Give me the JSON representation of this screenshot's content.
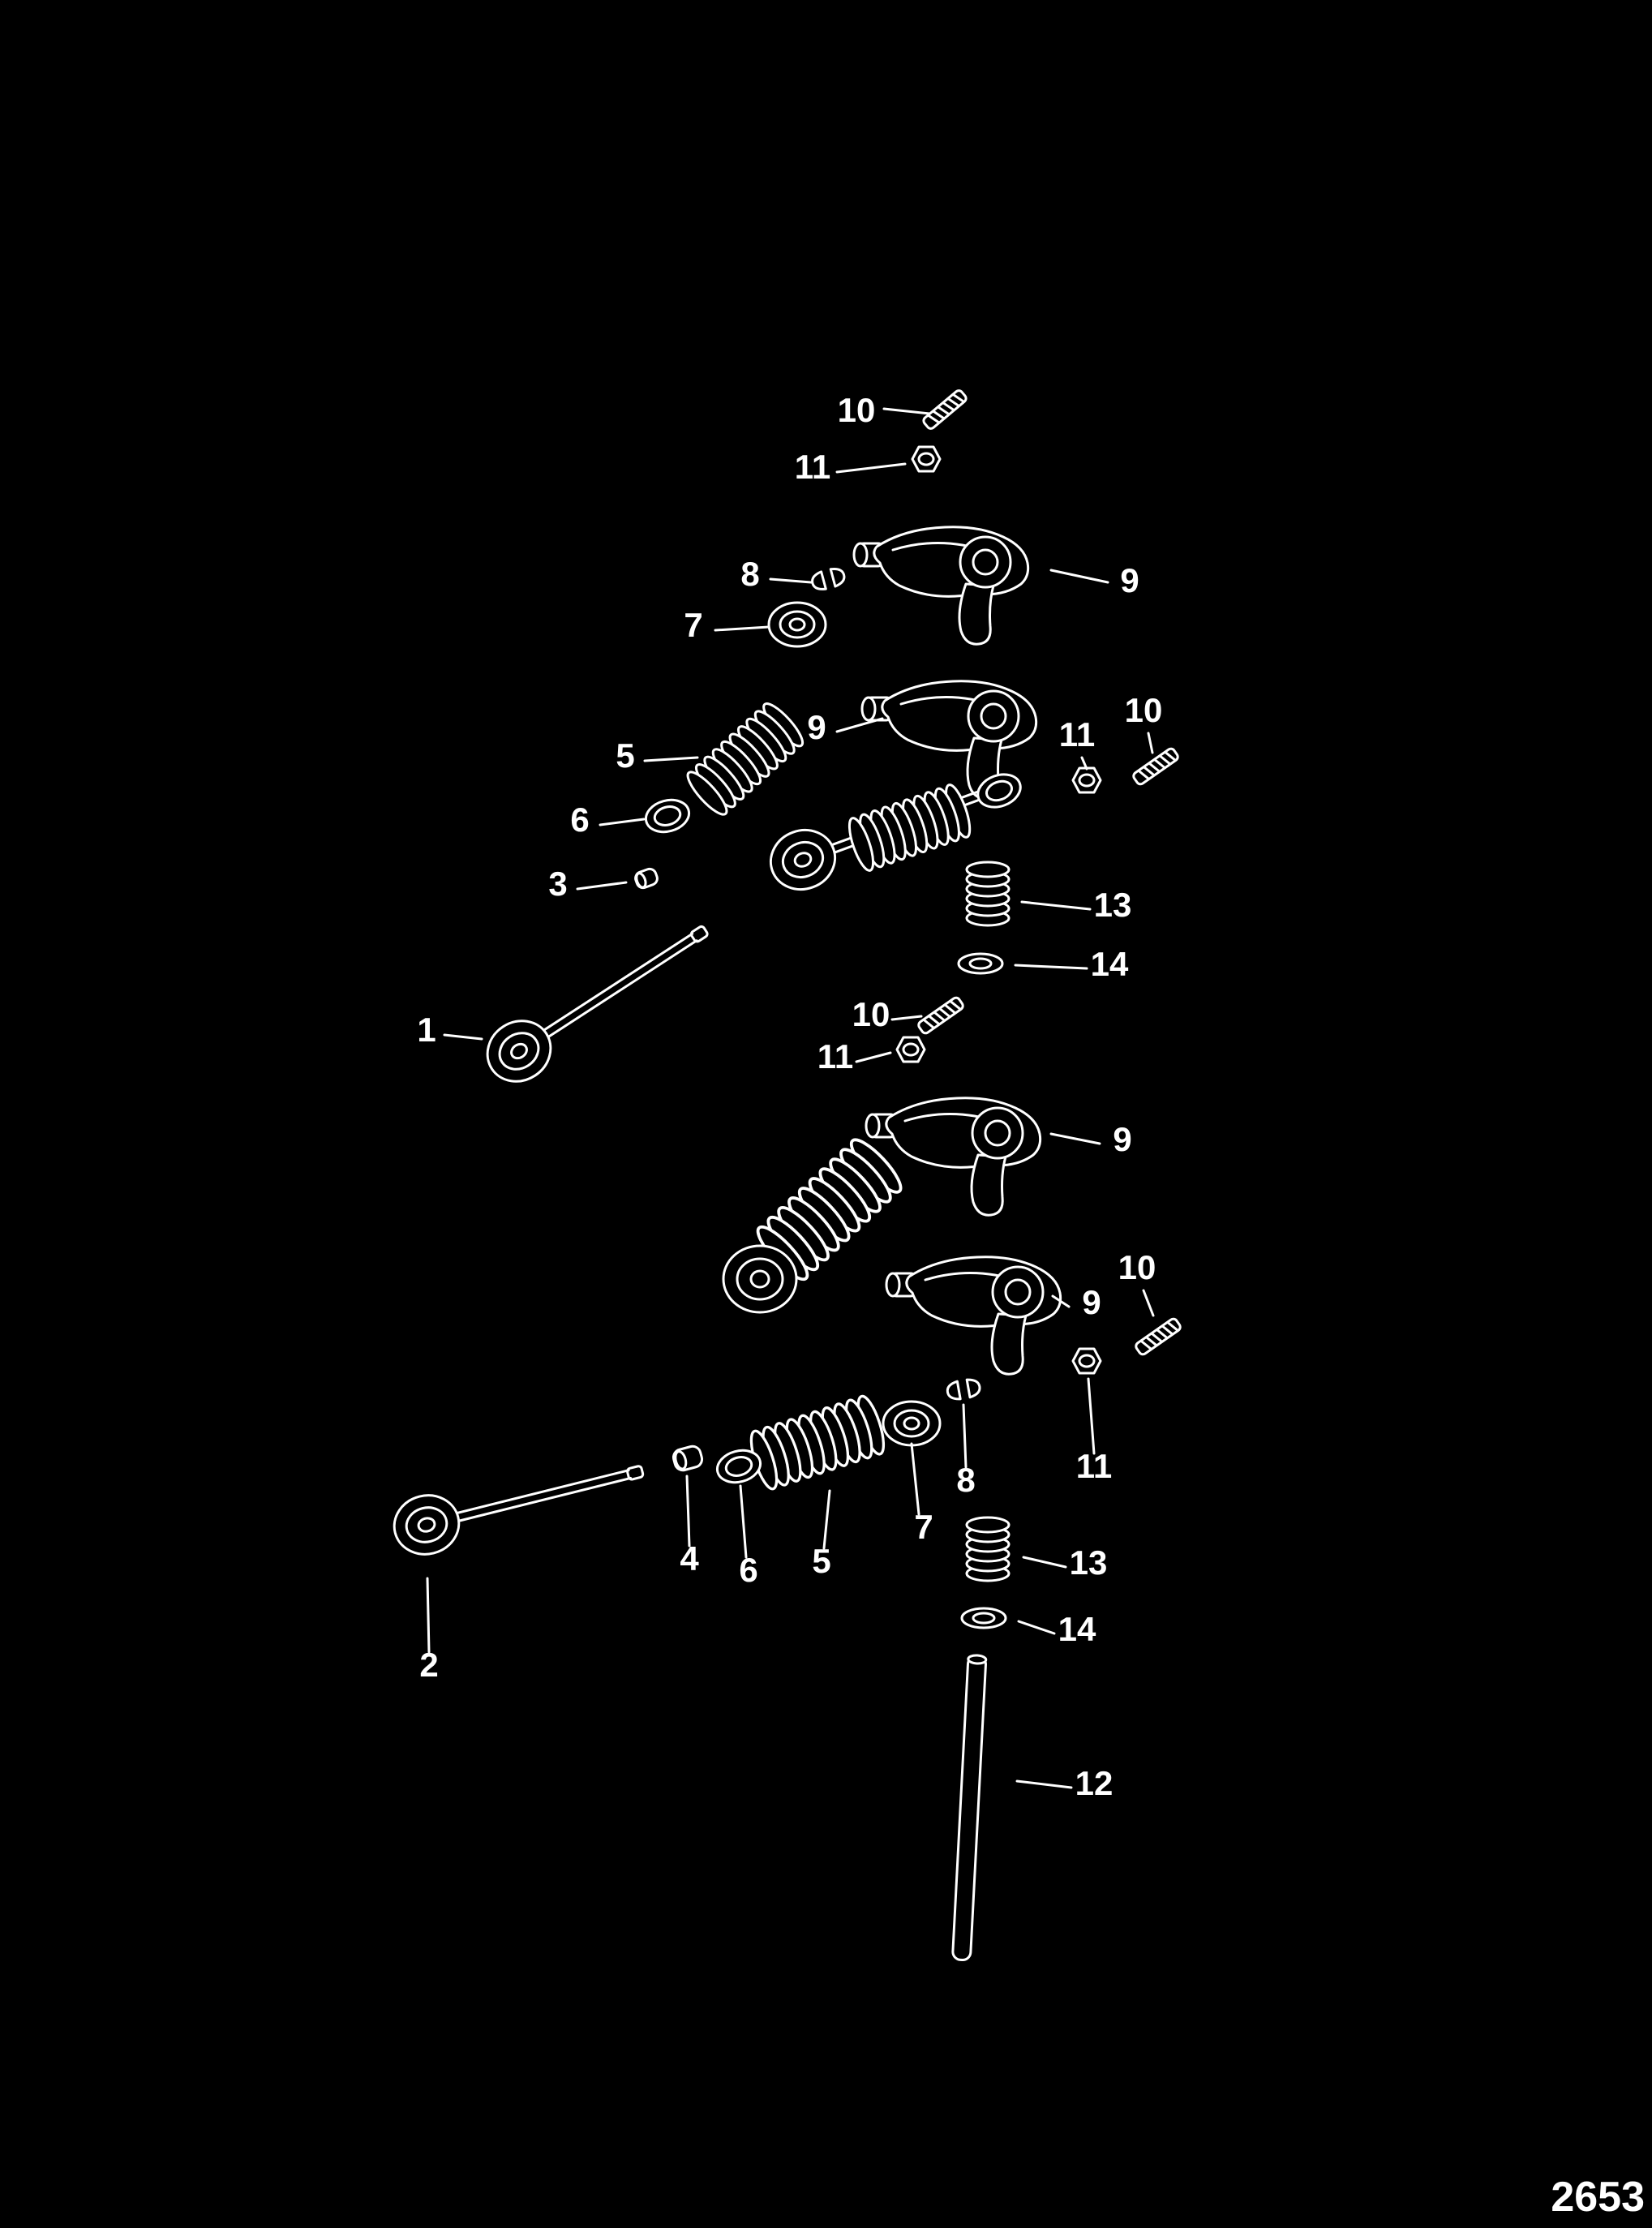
{
  "diagram": {
    "kind": "exploded-parts-diagram",
    "page_code": "2653",
    "colors": {
      "background": "#000000",
      "line": "#ffffff"
    },
    "callouts": [
      {
        "label": "10"
      },
      {
        "label": "11"
      },
      {
        "label": "8"
      },
      {
        "label": "7"
      },
      {
        "label": "9"
      },
      {
        "label": "5"
      },
      {
        "label": "9"
      },
      {
        "label": "11"
      },
      {
        "label": "10"
      },
      {
        "label": "6"
      },
      {
        "label": "3"
      },
      {
        "label": "13"
      },
      {
        "label": "14"
      },
      {
        "label": "10"
      },
      {
        "label": "11"
      },
      {
        "label": "1"
      },
      {
        "label": "9"
      },
      {
        "label": "9"
      },
      {
        "label": "10"
      },
      {
        "label": "11"
      },
      {
        "label": "8"
      },
      {
        "label": "7"
      },
      {
        "label": "4"
      },
      {
        "label": "6"
      },
      {
        "label": "5"
      },
      {
        "label": "13"
      },
      {
        "label": "14"
      },
      {
        "label": "2"
      },
      {
        "label": "12"
      }
    ]
  }
}
